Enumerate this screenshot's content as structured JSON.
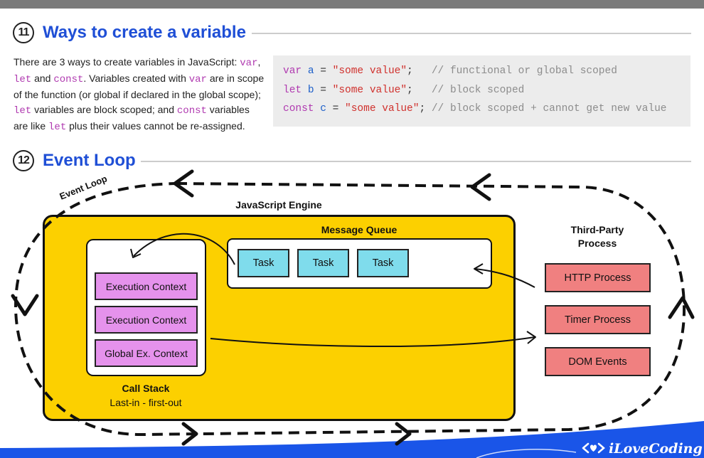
{
  "section11": {
    "number": "11",
    "title": "Ways to create a variable",
    "intro": {
      "t1": "There are 3 ways to create variables in JavaScript: ",
      "k1": "var",
      "t2": ", ",
      "k2": "let",
      "t3": " and ",
      "k3": "const",
      "t4": ". Variables created with ",
      "k4": "var",
      "t5": " are in scope of the function (or global if declared in the global scope); ",
      "k5": "let",
      "t6": " variables are block scoped; and ",
      "k6": "const",
      "t7": " variables are like ",
      "k7": "let",
      "t8": " plus their values cannot be re-assigned."
    },
    "code": [
      {
        "kw": "var",
        "name": "a",
        "eq": " = ",
        "str": "\"some value\"",
        "semi": ";   ",
        "comment": "// functional or global scoped"
      },
      {
        "kw": "let",
        "name": "b",
        "eq": " = ",
        "str": "\"some value\"",
        "semi": ";   ",
        "comment": "// block scoped"
      },
      {
        "kw": "const",
        "name": "c",
        "eq": " = ",
        "str": "\"some value\"",
        "semi": "; ",
        "comment": "// block scoped + cannot get new value"
      }
    ]
  },
  "section12": {
    "number": "12",
    "title": "Event Loop",
    "event_loop_label": "Event Loop",
    "engine_label": "JavaScript Engine",
    "message_queue_label": "Message Queue",
    "tasks": [
      "Task",
      "Task",
      "Task"
    ],
    "contexts": [
      "Execution Context",
      "Execution Context",
      "Global Ex. Context"
    ],
    "call_stack_label": "Call Stack",
    "call_stack_sub": "Last-in - first-out",
    "third_party_label_1": "Third-Party",
    "third_party_label_2": "Process",
    "processes": [
      "HTTP Process",
      "Timer Process",
      "DOM Events"
    ]
  },
  "footer": {
    "brand": "iLoveCoding",
    "brand_color": "#1a55e8"
  },
  "colors": {
    "title_blue": "#1f4fd6",
    "engine_yellow": "#fcd000",
    "context_pink": "#e592ec",
    "task_cyan": "#7fdcec",
    "process_red": "#f08080"
  }
}
